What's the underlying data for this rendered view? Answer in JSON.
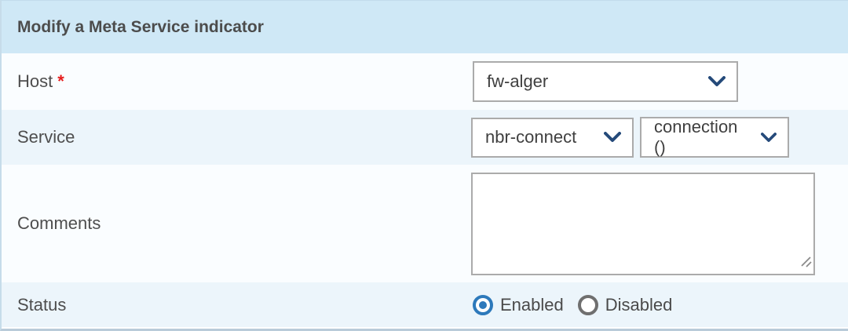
{
  "panel": {
    "title": "Modify a Meta Service indicator"
  },
  "colors": {
    "header_bg": "#cfe8f6",
    "row_light": "#fafdff",
    "row_blue": "#ecf5fb",
    "accent_radio_blue": "#2d79bb",
    "chevron_navy": "#254a7a",
    "required_red": "#e61c1c"
  },
  "form": {
    "host": {
      "label": "Host",
      "required_marker": "*",
      "value": "fw-alger"
    },
    "service": {
      "label": "Service",
      "service_value": "nbr-connect",
      "metric_value": "connection ()"
    },
    "comments": {
      "label": "Comments",
      "value": ""
    },
    "status": {
      "label": "Status",
      "options": [
        {
          "label": "Enabled",
          "selected": true
        },
        {
          "label": "Disabled",
          "selected": false
        }
      ]
    }
  }
}
